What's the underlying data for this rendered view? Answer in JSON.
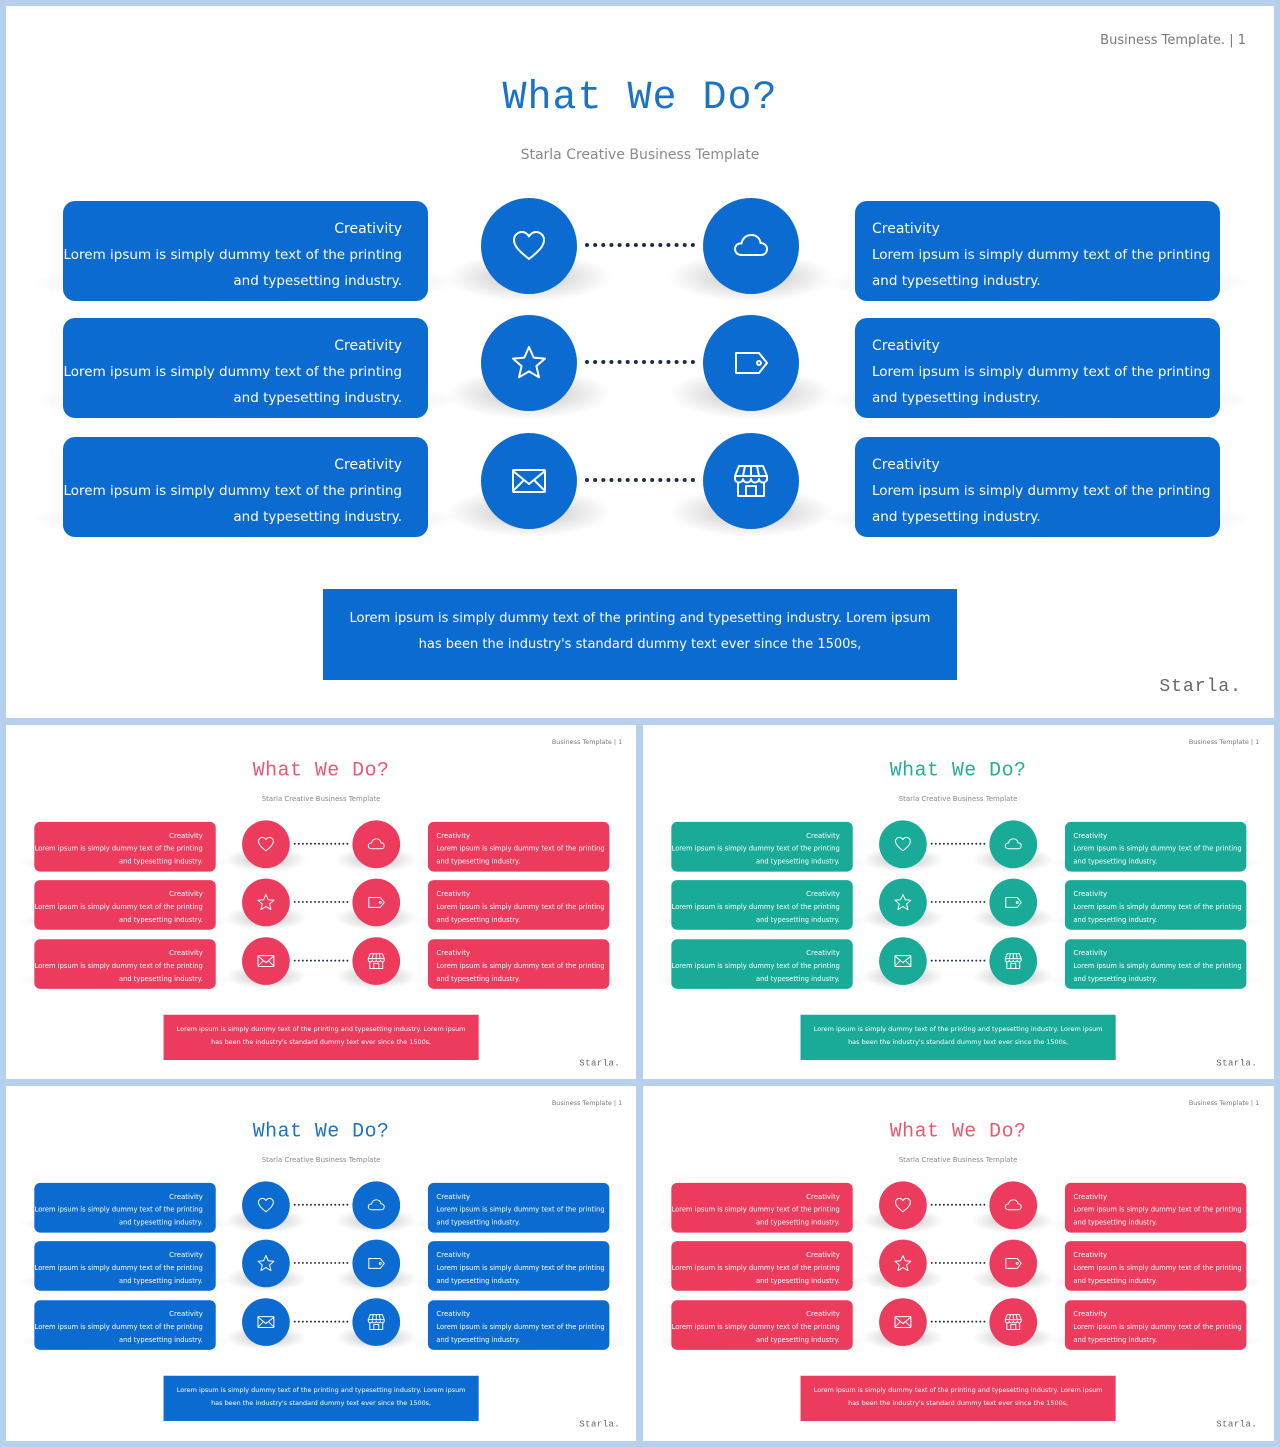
{
  "header_note": "Business Template.  |  1",
  "title": "What We Do?",
  "subtitle": "Starla Creative Business Template",
  "logo": "Starla.",
  "card_title": "Creativity",
  "card_text_line1": "Lorem ipsum is simply dummy text of the printing",
  "card_text_line2": "and typesetting industry.",
  "banner_line1": "Lorem ipsum is simply dummy text of the printing and typesetting industry. Lorem ipsum",
  "banner_line2": "has been the industry's standard dummy text ever since the 1500s,",
  "left_icons": [
    "heart-icon",
    "star-icon",
    "envelope-icon"
  ],
  "right_icons": [
    "cloud-icon",
    "tag-icon",
    "store-icon"
  ],
  "variants": [
    {
      "name": "blue-main",
      "accent": "#0b6bd0",
      "title_color": "#1b73c6",
      "header_note": "Business Template.  |  1"
    },
    {
      "name": "red",
      "accent": "#ec3b5d",
      "title_color": "#e85a72",
      "header_note": "Business Template  |  1"
    },
    {
      "name": "teal",
      "accent": "#19ab97",
      "title_color": "#27ad9b",
      "header_note": "Business Template  |  1"
    },
    {
      "name": "blue",
      "accent": "#0b6bd0",
      "title_color": "#1b73c6",
      "header_note": "Business Template  |  1"
    },
    {
      "name": "red-2",
      "accent": "#ec3b5d",
      "title_color": "#e85a72",
      "header_note": "Business Template  |  1"
    }
  ]
}
